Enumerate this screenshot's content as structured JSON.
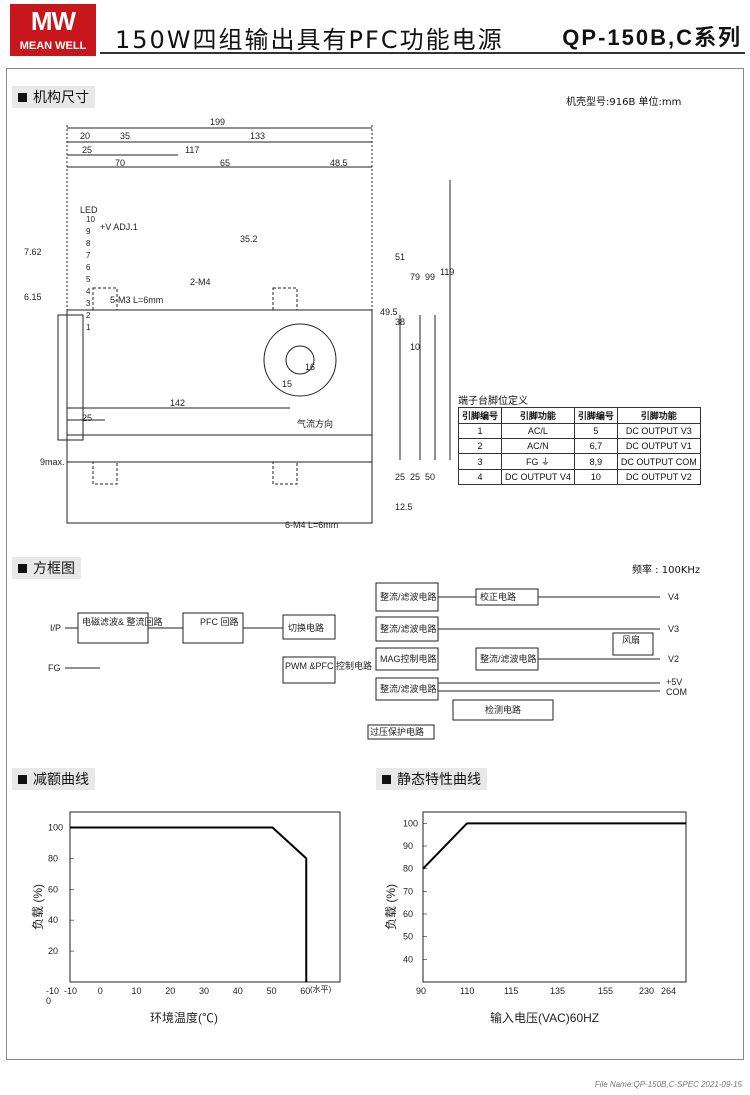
{
  "header": {
    "logo_mw": "MW",
    "logo_text": "MEAN WELL",
    "title": "150W四组输出具有PFC功能电源",
    "model": "QP-150B,C系列"
  },
  "sections": {
    "mech": "机构尺寸",
    "block": "方框图",
    "derating": "减额曲线",
    "static": "静态特性曲线"
  },
  "mech": {
    "case_info": "机壳型号:916B  单位:mm",
    "dims_top": [
      "199",
      "20",
      "35",
      "133",
      "25",
      "117",
      "70",
      "65",
      "48.5"
    ],
    "dims_right": [
      "35.2",
      "51",
      "79",
      "99",
      "119",
      "49.5",
      "38",
      "10"
    ],
    "dims_left": [
      "7.62",
      "6.15"
    ],
    "pin_labels": [
      "10",
      "9",
      "8",
      "7",
      "6",
      "5",
      "4",
      "3",
      "2",
      "1"
    ],
    "led": "LED",
    "vadj": "+V ADJ.1",
    "m4_note": "2-M4",
    "m3_note": "5-M3 L=6mm",
    "dim_15": "15",
    "dim_16": "16",
    "side_142": "142",
    "side_25": "25",
    "airflow": "气流方向",
    "side_9max": "9max.",
    "side_right": [
      "25",
      "25",
      "50",
      "12.5"
    ],
    "side_m4": "6-M4 L=6mm"
  },
  "pin_table": {
    "title": "端子台脚位定义",
    "headers": [
      "引脚编号",
      "引脚功能",
      "引脚编号",
      "引脚功能"
    ],
    "rows": [
      [
        "1",
        "AC/L",
        "5",
        "DC OUTPUT V3"
      ],
      [
        "2",
        "AC/N",
        "6,7",
        "DC OUTPUT V1"
      ],
      [
        "3",
        "FG ⏚",
        "8,9",
        "DC OUTPUT COM"
      ],
      [
        "4",
        "DC OUTPUT V4",
        "10",
        "DC OUTPUT V2"
      ]
    ]
  },
  "block": {
    "freq": "频率 : 100KHz",
    "ip": "I/P",
    "fg": "FG",
    "emi": "电磁滤波&\n整流回路",
    "pfc": "PFC\n回路",
    "switch": "切换电路",
    "pwm": "PWM &PFC\n控制电路",
    "rect1": "整流/滤波电路",
    "rect2": "整流/滤波电路",
    "mag": "MAG控制电路",
    "rect3": "整流/滤波电路",
    "rect4": "整流/滤波电路",
    "regulate": "校正电路",
    "fan": "风扇",
    "detect": "检测电路",
    "ovp": "过压保护电路",
    "outputs": [
      "V4",
      "V3",
      "V2",
      "+5V",
      "COM"
    ]
  },
  "derating": {
    "ylabel": "负载 (%)",
    "xlabel": "环境温度(℃)",
    "x_unit": "(水平)",
    "yticks": [
      "100",
      "80",
      "60",
      "40",
      "20"
    ],
    "xticks": [
      "-10",
      "0",
      "10",
      "20",
      "30",
      "40",
      "50",
      "60"
    ],
    "extra_ticks": [
      "-10",
      "0"
    ]
  },
  "static": {
    "ylabel": "负载 (%)",
    "xlabel": "输入电压(VAC)60HZ",
    "yticks": [
      "100",
      "90",
      "80",
      "70",
      "60",
      "50",
      "40"
    ],
    "xticks": [
      "90",
      "110",
      "115",
      "135",
      "155",
      "230",
      "264"
    ]
  },
  "chart_data": [
    {
      "type": "line",
      "xlabel": "环境温度(℃)",
      "ylabel": "负载 (%)",
      "x": [
        -10,
        50,
        60,
        60
      ],
      "y": [
        100,
        100,
        80,
        0
      ],
      "xlim": [
        -10,
        70
      ],
      "ylim": [
        0,
        110
      ]
    },
    {
      "type": "line",
      "xlabel": "输入电压(VAC)60HZ",
      "ylabel": "负载 (%)",
      "x": [
        90,
        110,
        264
      ],
      "y": [
        80,
        100,
        100
      ],
      "ylim": [
        30,
        105
      ]
    }
  ],
  "footer": "File Name:QP-150B,C-SPEC  2021-09-15"
}
